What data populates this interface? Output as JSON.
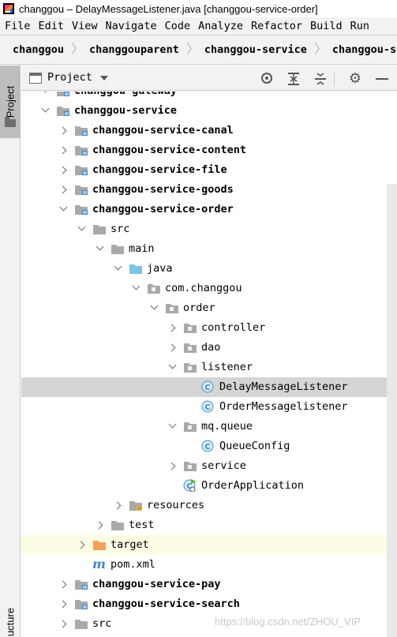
{
  "window": {
    "title": "changgou – DelayMessageListener.java [changgou-service-order]"
  },
  "menu": [
    "File",
    "Edit",
    "View",
    "Navigate",
    "Code",
    "Analyze",
    "Refactor",
    "Build",
    "Run"
  ],
  "breadcrumbs": [
    "changgou",
    "changgouparent",
    "changgou-service",
    "changgou-servic"
  ],
  "side_panel": {
    "project_tab": "Project",
    "structure_tab": "ucture"
  },
  "project_panel": {
    "title": "Project",
    "icons": [
      "locate-icon",
      "expand-all-icon",
      "collapse-all-icon",
      "gear-icon",
      "minimize-icon"
    ]
  },
  "tree": [
    {
      "label": "changgou-gateway",
      "indent": 1,
      "state": "expanded",
      "icon": "module-folder",
      "bold": true
    },
    {
      "label": "changgou-service",
      "indent": 1,
      "state": "expanded",
      "icon": "module-folder",
      "bold": true
    },
    {
      "label": "changgou-service-canal",
      "indent": 2,
      "state": "collapsed",
      "icon": "module-folder",
      "bold": true
    },
    {
      "label": "changgou-service-content",
      "indent": 2,
      "state": "collapsed",
      "icon": "module-folder",
      "bold": true
    },
    {
      "label": "changgou-service-file",
      "indent": 2,
      "state": "collapsed",
      "icon": "module-folder",
      "bold": true
    },
    {
      "label": "changgou-service-goods",
      "indent": 2,
      "state": "collapsed",
      "icon": "module-folder",
      "bold": true
    },
    {
      "label": "changgou-service-order",
      "indent": 2,
      "state": "expanded",
      "icon": "module-folder",
      "bold": true
    },
    {
      "label": "src",
      "indent": 3,
      "state": "expanded",
      "icon": "folder",
      "bold": false
    },
    {
      "label": "main",
      "indent": 4,
      "state": "expanded",
      "icon": "folder",
      "bold": false
    },
    {
      "label": "java",
      "indent": 5,
      "state": "expanded",
      "icon": "source-folder",
      "bold": false
    },
    {
      "label": "com.changgou",
      "indent": 6,
      "state": "expanded",
      "icon": "package",
      "bold": false
    },
    {
      "label": "order",
      "indent": 7,
      "state": "expanded",
      "icon": "package",
      "bold": false
    },
    {
      "label": "controller",
      "indent": 8,
      "state": "collapsed",
      "icon": "package",
      "bold": false
    },
    {
      "label": "dao",
      "indent": 8,
      "state": "collapsed",
      "icon": "package",
      "bold": false
    },
    {
      "label": "listener",
      "indent": 8,
      "state": "expanded",
      "icon": "package",
      "bold": false
    },
    {
      "label": "DelayMessageListener",
      "indent": 9,
      "state": "none",
      "icon": "class",
      "bold": false,
      "selected": true
    },
    {
      "label": "OrderMessagelistener",
      "indent": 9,
      "state": "none",
      "icon": "class",
      "bold": false
    },
    {
      "label": "mq.queue",
      "indent": 8,
      "state": "expanded",
      "icon": "package",
      "bold": false
    },
    {
      "label": "QueueConfig",
      "indent": 9,
      "state": "none",
      "icon": "class",
      "bold": false
    },
    {
      "label": "service",
      "indent": 8,
      "state": "collapsed",
      "icon": "package",
      "bold": false
    },
    {
      "label": "OrderApplication",
      "indent": 8,
      "state": "none",
      "icon": "spring-class",
      "bold": false
    },
    {
      "label": "resources",
      "indent": 5,
      "state": "collapsed",
      "icon": "resources-folder",
      "bold": false
    },
    {
      "label": "test",
      "indent": 4,
      "state": "collapsed",
      "icon": "folder",
      "bold": false
    },
    {
      "label": "target",
      "indent": 3,
      "state": "collapsed",
      "icon": "excluded-folder",
      "bold": false,
      "highlight": true
    },
    {
      "label": "pom.xml",
      "indent": 3,
      "state": "none",
      "icon": "maven-file",
      "bold": false
    },
    {
      "label": "changgou-service-pay",
      "indent": 2,
      "state": "collapsed",
      "icon": "module-folder",
      "bold": true
    },
    {
      "label": "changgou-service-search",
      "indent": 2,
      "state": "collapsed",
      "icon": "module-folder",
      "bold": true
    },
    {
      "label": "src",
      "indent": 2,
      "state": "collapsed",
      "icon": "folder",
      "bold": false
    }
  ],
  "watermark": "https://blog.csdn.net/ZHOU_VIP",
  "colors": {
    "selection": "#d5d5d5",
    "highlight_row": "#fdfde6",
    "folder": "#a9a9a9",
    "source_folder": "#7ec3e6",
    "excluded_folder": "#f6a15b",
    "class_icon": "#3d8ec9",
    "spring_green": "#5fb832",
    "maven_blue": "#3e86c9"
  }
}
